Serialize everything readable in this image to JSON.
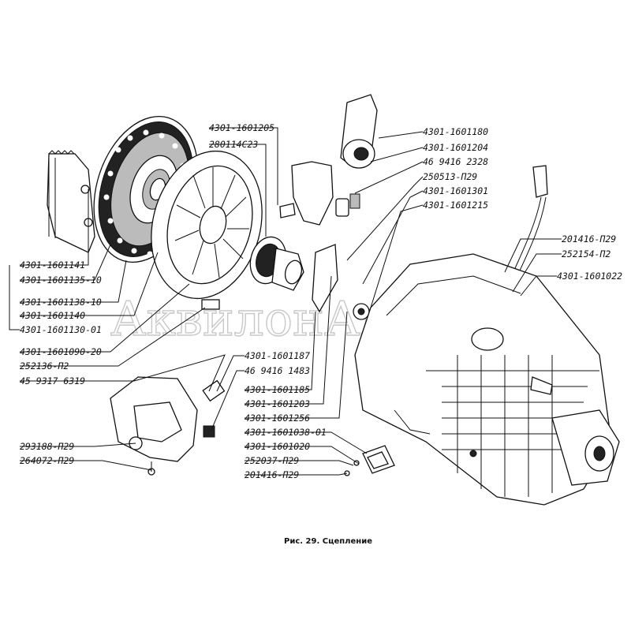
{
  "labels": {
    "l1": "4301-1601205",
    "l2": "280114С23",
    "l3": "4301-1601180",
    "l4": "4301-1601204",
    "l5": "46 9416 2328",
    "l6": "250513-П29",
    "l7": "4301-1601301",
    "l8": "4301-1601215",
    "l9": "201416-П29",
    "l10": "252154-П2",
    "l11": "4301-1601022",
    "l12": "4301-1601141",
    "l13": "4301-1601135-10",
    "l14": "4301-1601138-10",
    "l15": "4301-1601140",
    "l16": "4301-1601130-01",
    "l17": "4301-1601090-20",
    "l18": "252136-П2",
    "l19": "45 9317 6319",
    "l20": "4301-1601187",
    "l21": "46 9416 1483",
    "l22": "4301-1601185",
    "l23": "4301-1601203",
    "l24": "4301-1601256",
    "l25": "4301-1601038-01",
    "l26": "4301-1601020",
    "l27": "252037-П29",
    "l28": "201416-П29",
    "l29": "293188-П29",
    "l30": "264072-П29"
  },
  "caption": "Рис. 29. Сцепление",
  "watermark": "АквилонАвто"
}
